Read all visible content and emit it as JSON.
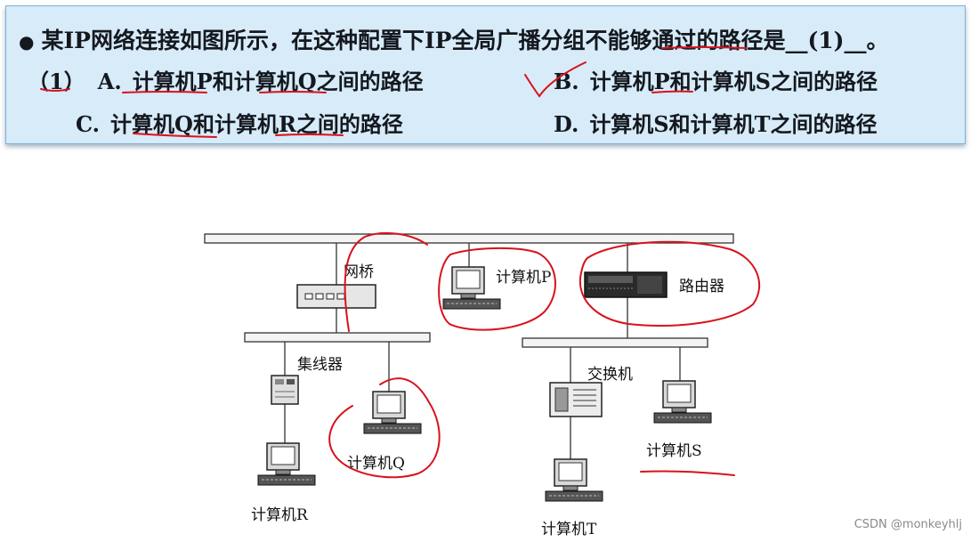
{
  "question": {
    "stem": "某IP网络连接如图所示，在这种配置下IP全局广播分组不能够通过的路径是__(1)__。",
    "options_prefix": "（1）",
    "options": [
      {
        "letter": "A.",
        "text": "计算机P和计算机Q之间的路径"
      },
      {
        "letter": "B.",
        "text": "计算机P和计算机S之间的路径"
      },
      {
        "letter": "C.",
        "text": "计算机Q和计算机R之间的路径"
      },
      {
        "letter": "D.",
        "text": "计算机S和计算机T之间的路径"
      }
    ]
  },
  "diagram": {
    "labels": {
      "bridge": "网桥",
      "computer_p": "计算机P",
      "router": "路由器",
      "hub": "集线器",
      "switch": "交换机",
      "computer_q": "计算机Q",
      "computer_r": "计算机R",
      "computer_s": "计算机S",
      "computer_t": "计算机T"
    },
    "annotation_color": "#d8121d"
  },
  "watermark": "CSDN @monkeyhlj"
}
